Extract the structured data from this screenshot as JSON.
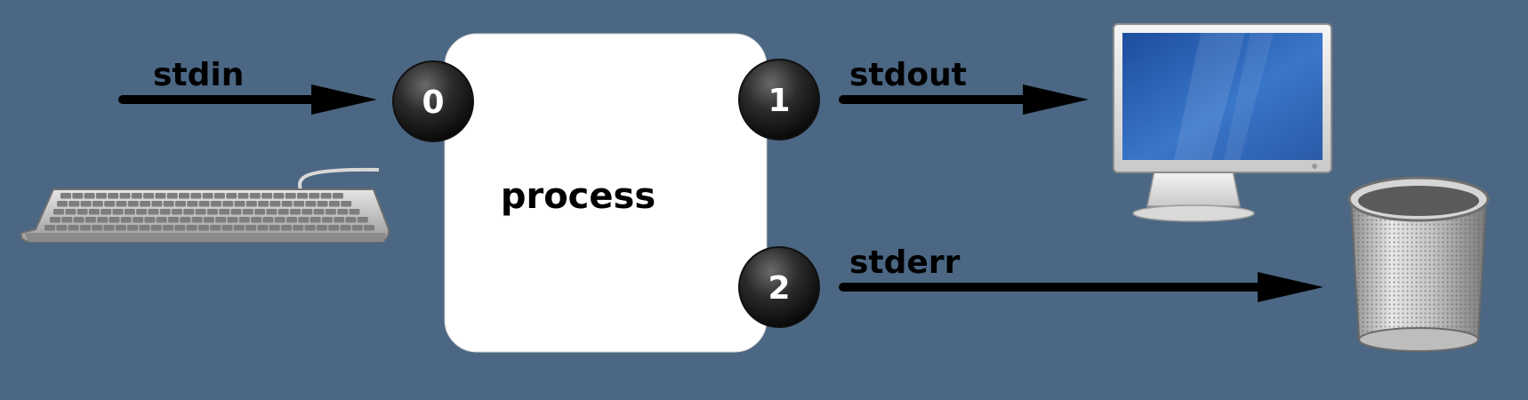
{
  "process": {
    "label": "process"
  },
  "streams": {
    "stdin": {
      "label": "stdin",
      "fd": "0"
    },
    "stdout": {
      "label": "stdout",
      "fd": "1"
    },
    "stderr": {
      "label": "stderr",
      "fd": "2"
    }
  },
  "colors": {
    "background": "#4b6783",
    "arrow": "#000000",
    "process_box": "#ffffff",
    "fd_circle": "#1e1e1e",
    "monitor_screen": "#2f62b4"
  },
  "icons": {
    "input_device": "keyboard-icon",
    "stdout_target": "monitor-icon",
    "stderr_target": "trash-can-icon"
  }
}
